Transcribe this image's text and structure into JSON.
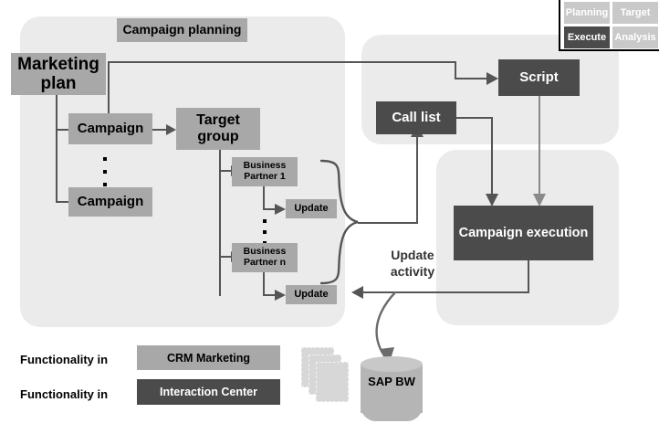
{
  "diagram": {
    "title": "Campaign planning",
    "phase_legend": {
      "items": [
        {
          "label": "Planning",
          "style": "light"
        },
        {
          "label": "Target",
          "style": "light"
        },
        {
          "label": "Execute",
          "style": "dark"
        },
        {
          "label": "Analysis",
          "style": "light"
        }
      ]
    },
    "nodes": {
      "marketing_plan": "Marketing plan",
      "campaign_1": "Campaign",
      "campaign_n": "Campaign",
      "target_group": "Target group",
      "business_partner_1": "Business Partner 1",
      "business_partner_n": "Business Partner n",
      "update_1": "Update",
      "update_n": "Update",
      "script": "Script",
      "call_list": "Call list",
      "campaign_execution": "Campaign execution",
      "sap_bw": "SAP BW"
    },
    "edge_labels": {
      "update_activity": "Update activity"
    },
    "bottom_legend": [
      {
        "prefix": "Functionality in",
        "label": "CRM Marketing",
        "style": "light"
      },
      {
        "prefix": "Functionality in",
        "label": "Interaction Center",
        "style": "dark"
      }
    ],
    "colors": {
      "zone_background": "#ebebeb",
      "light_box": "#a8a8a8",
      "dark_box": "#4b4b4b",
      "connector": "#555555",
      "connector_light": "#8a8a8a",
      "cylinder": "#b5b5b5",
      "page_background": "#ffffff"
    }
  }
}
